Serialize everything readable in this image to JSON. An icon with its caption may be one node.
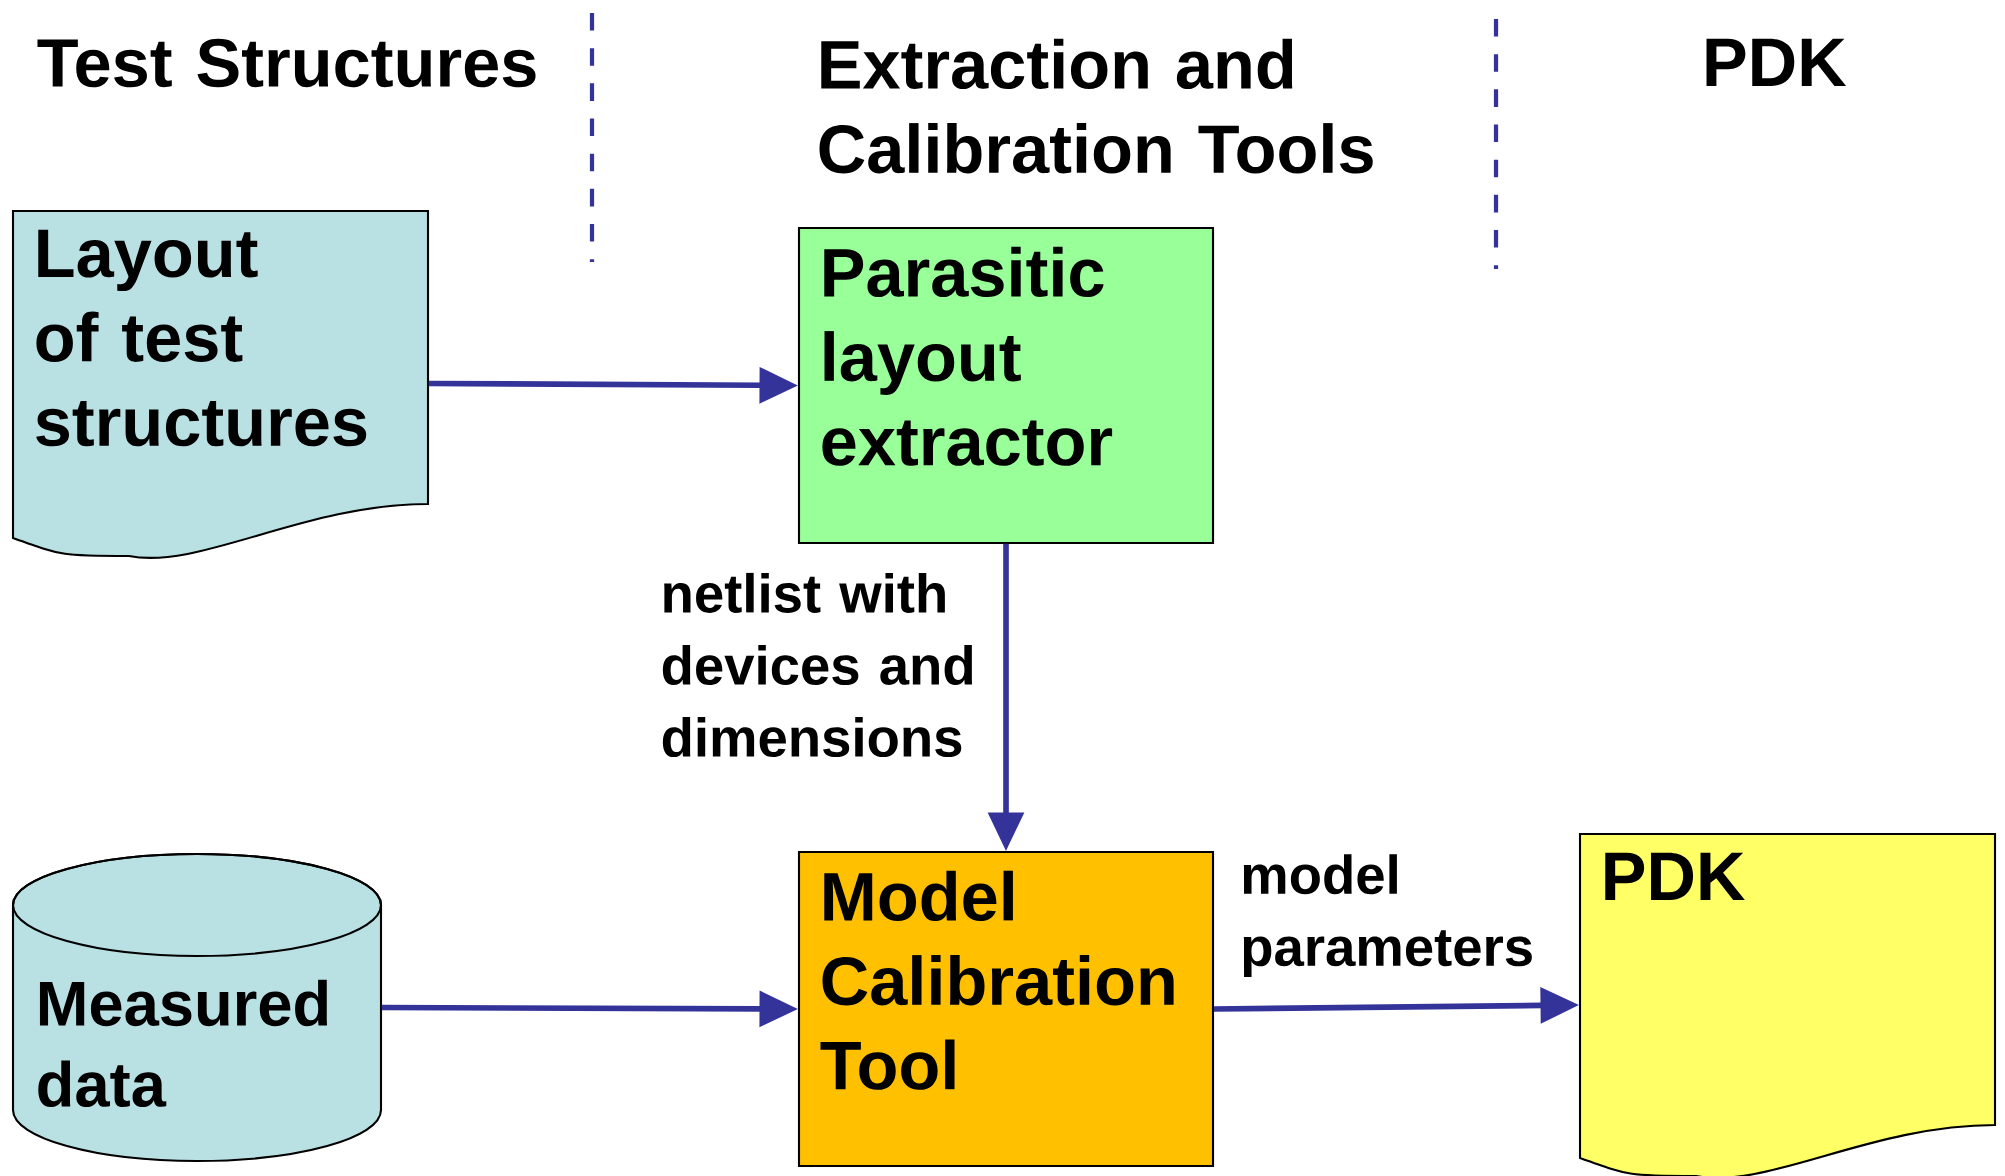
{
  "diagram": {
    "nodes": [
      {
        "text": [
          "Layout of test structures"
        ]
      },
      {
        "text": [
          "Parasitic layout extractor"
        ]
      },
      {
        "text": [
          "Measured data"
        ]
      },
      {
        "text": [
          "Model Calibration Tool"
        ]
      },
      {
        "text": [
          "PDK"
        ]
      }
    ],
    "edges": [
      {
        "from": 0,
        "to": 1,
        "arrow": "to"
      },
      {
        "from": 1,
        "to": 3,
        "arrow": "to",
        "label": "netlist with devices and dimensions"
      },
      {
        "from": 2,
        "to": 3,
        "arrow": "to"
      },
      {
        "from": 3,
        "to": 4,
        "arrow": "to",
        "label": "model parameters"
      }
    ],
    "labels": [
      "Test Structures",
      "Extraction and Calibration Tools",
      "PDK"
    ]
  }
}
